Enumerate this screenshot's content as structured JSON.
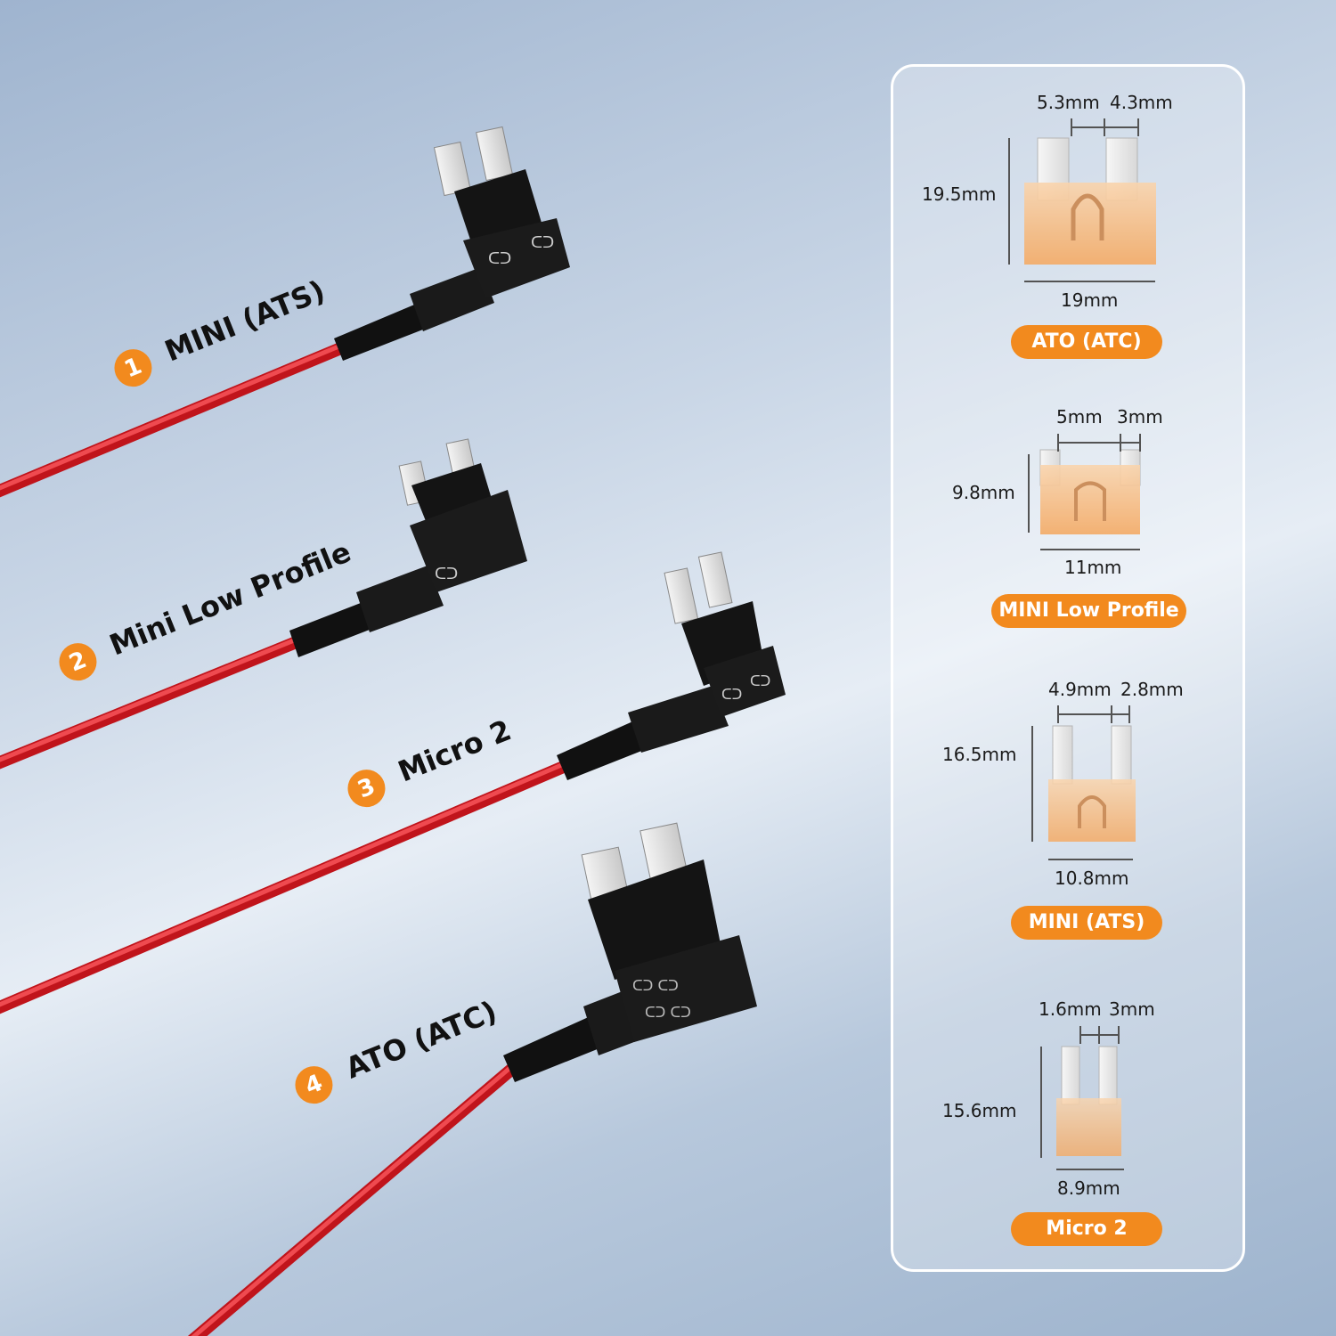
{
  "adapters": [
    {
      "number": "1",
      "name": "MINI (ATS)"
    },
    {
      "number": "2",
      "name": "Mini Low Profile"
    },
    {
      "number": "3",
      "name": "Micro 2"
    },
    {
      "number": "4",
      "name": "ATO (ATC)"
    }
  ],
  "fuse_specs": [
    {
      "type": "ATO (ATC)",
      "blade_width": "5.3mm",
      "blade_gap": "4.3mm",
      "height": "19.5mm",
      "width": "19mm"
    },
    {
      "type": "MINI Low Profile",
      "blade_width": "5mm",
      "blade_gap": "3mm",
      "height": "9.8mm",
      "width": "11mm"
    },
    {
      "type": "MINI (ATS)",
      "blade_width": "4.9mm",
      "blade_gap": "2.8mm",
      "height": "16.5mm",
      "width": "10.8mm"
    },
    {
      "type": "Micro 2",
      "blade_width": "1.6mm",
      "blade_gap": "3mm",
      "height": "15.6mm",
      "width": "8.9mm"
    }
  ],
  "colors": {
    "accent": "#f28a1e",
    "wire": "#e0262c",
    "fuse_body": "#f5a35a"
  }
}
